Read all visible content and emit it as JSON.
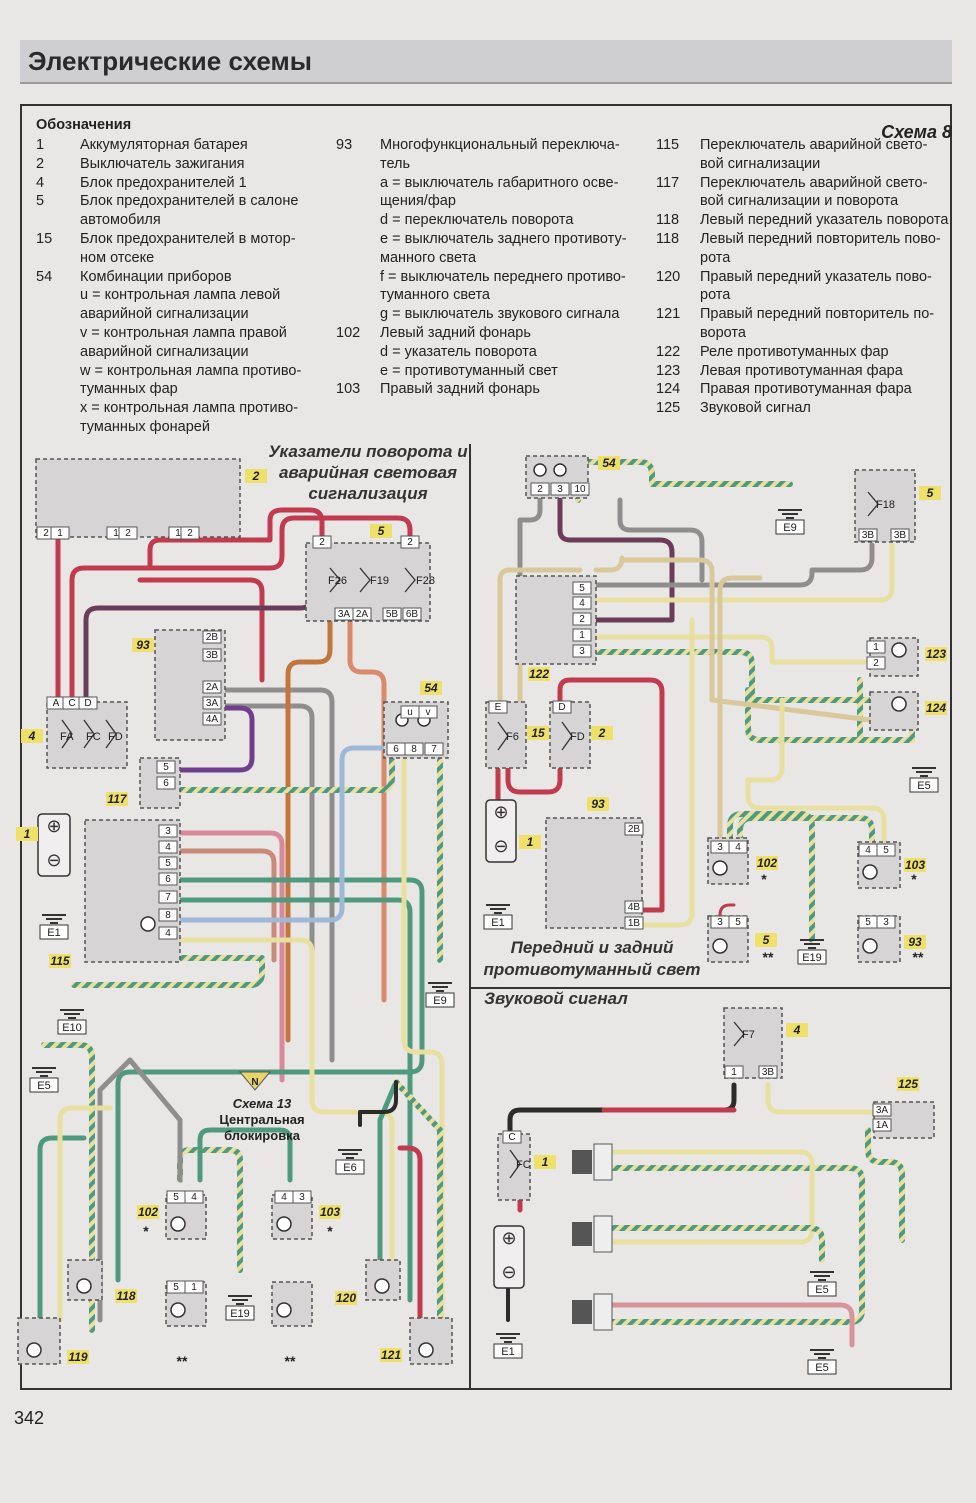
{
  "header": {
    "title": "Электрические схемы"
  },
  "scheme_label": "Схема 8",
  "page_number": "342",
  "legend": {
    "title": "Обозначения",
    "col1": [
      {
        "n": "1",
        "t": "Аккумуляторная батарея"
      },
      {
        "n": "2",
        "t": "Выключатель зажигания"
      },
      {
        "n": "4",
        "t": "Блок предохранителей 1"
      },
      {
        "n": "5",
        "t": "Блок предохранителей в салоне"
      },
      {
        "n": "",
        "t": "автомобиля"
      },
      {
        "n": "15",
        "t": "Блок предохранителей в мотор-"
      },
      {
        "n": "",
        "t": "ном отсеке"
      },
      {
        "n": "54",
        "t": "Комбинации приборов"
      },
      {
        "n": "",
        "t": "u = контрольная лампа левой"
      },
      {
        "n": "",
        "t": "аварийной сигнализации"
      },
      {
        "n": "",
        "t": "v = контрольная лампа правой"
      },
      {
        "n": "",
        "t": "аварийной сигнализации"
      },
      {
        "n": "",
        "t": "w = контрольная лампа противо-"
      },
      {
        "n": "",
        "t": "туманных фар"
      },
      {
        "n": "",
        "t": "x = контрольная лампа противо-"
      },
      {
        "n": "",
        "t": "туманных фонарей"
      }
    ],
    "col2": [
      {
        "n": "93",
        "t": "Многофункциональный переключа-"
      },
      {
        "n": "",
        "t": "тель"
      },
      {
        "n": "",
        "t": "a = выключатель габаритного осве-"
      },
      {
        "n": "",
        "t": "щения/фар"
      },
      {
        "n": "",
        "t": "d = переключатель поворота"
      },
      {
        "n": "",
        "t": "e = выключатель заднего противоту-"
      },
      {
        "n": "",
        "t": "манного света"
      },
      {
        "n": "",
        "t": "f = выключатель переднего противо-"
      },
      {
        "n": "",
        "t": "туманного света"
      },
      {
        "n": "",
        "t": "g = выключатель звукового сигнала"
      },
      {
        "n": "102",
        "t": "Левый задний фонарь"
      },
      {
        "n": "",
        "t": "d = указатель поворота"
      },
      {
        "n": "",
        "t": "e = противотуманный свет"
      },
      {
        "n": "103",
        "t": "Правый задний фонарь"
      }
    ],
    "col3": [
      {
        "n": "115",
        "t": "Переключатель аварийной свето-"
      },
      {
        "n": "",
        "t": "вой сигнализации"
      },
      {
        "n": "117",
        "t": "Переключатель аварийной свето-"
      },
      {
        "n": "",
        "t": "вой сигнализации и поворота"
      },
      {
        "n": "118",
        "t": "Левый передний указатель поворота"
      },
      {
        "n": "118",
        "t": "Левый передний повторитель пово-"
      },
      {
        "n": "",
        "t": "рота"
      },
      {
        "n": "120",
        "t": "Правый передний указатель пово-"
      },
      {
        "n": "",
        "t": "рота"
      },
      {
        "n": "121",
        "t": "Правый передний повторитель по-"
      },
      {
        "n": "",
        "t": "ворота"
      },
      {
        "n": "122",
        "t": "Реле противотуманных фар"
      },
      {
        "n": "123",
        "t": "Левая противотуманная фара"
      },
      {
        "n": "124",
        "t": "Правая противотуманная фара"
      },
      {
        "n": "125",
        "t": "Звуковой сигнал"
      }
    ]
  },
  "sections": {
    "turn": [
      "Указатели поворота и",
      "аварийная световая",
      "сигнализация"
    ],
    "fog": [
      "Передний и задний",
      "противотуманный свет"
    ],
    "horn": "Звуковой сигнал"
  },
  "ref": {
    "n": "N",
    "l1": "Схема 13",
    "l2": "Центральная",
    "l3": "блокировка"
  },
  "grounds": [
    "E1",
    "E10",
    "E9",
    "E5",
    "E6",
    "E19",
    "E9",
    "E5",
    "E1",
    "E19",
    "E5",
    "E1",
    "E5"
  ],
  "fuses": [
    "F26",
    "F19",
    "F28",
    "FA",
    "FC",
    "FD",
    "F18",
    "F6",
    "FD",
    "F7",
    "FC"
  ],
  "components": [
    "2",
    "5",
    "93",
    "4",
    "117",
    "1",
    "115",
    "54",
    "118",
    "119",
    "102",
    "103",
    "120",
    "121",
    "54",
    "5",
    "122",
    "123",
    "124",
    "15",
    "2",
    "1",
    "93",
    "102",
    "103",
    "5",
    "93",
    "4",
    "125",
    "1"
  ],
  "pins": [
    "2",
    "1",
    "1",
    "2",
    "1",
    "2",
    "2",
    "2",
    "3A",
    "2A",
    "5B",
    "6B",
    "2B",
    "3B",
    "2A",
    "3A",
    "4A",
    "A",
    "C",
    "D",
    "6",
    "8",
    "7",
    "u",
    "v",
    "2",
    "3",
    "10",
    "3B",
    "3B",
    "5",
    "4",
    "2",
    "1",
    "3",
    "E",
    "D",
    "2B",
    "4B",
    "1B",
    "3",
    "4",
    "4",
    "5",
    "3",
    "5",
    "5",
    "3",
    "1",
    "3B",
    "3A",
    "1A",
    "C",
    "5",
    "4",
    "4",
    "3",
    "5",
    "1",
    "1",
    "2",
    "3",
    "4",
    "5",
    "6",
    "7",
    "8",
    "4",
    "5",
    "6"
  ],
  "marks": {
    "star": "*",
    "star2": "**"
  },
  "colors": {
    "red": "#c23a4e",
    "pink": "#d98a9a",
    "grey": "#8e8e8e",
    "brown": "#8b5a3c",
    "purple": "#6f3f8e",
    "blue": "#9fb8d8",
    "yellow": "#e7e0a0",
    "green": "#4f9a7f",
    "orange": "#e0a04a",
    "black": "#2b2b2b",
    "beige": "#d8c89a"
  }
}
